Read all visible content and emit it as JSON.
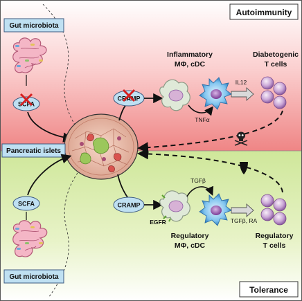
{
  "regions": {
    "top_label": "Autoimmunity",
    "bottom_label": "Tolerance"
  },
  "islet": {
    "label": "Pancreatic islets"
  },
  "top": {
    "gut_label": "Gut microbiota",
    "scfa_label": "SCFA",
    "cramp_label": "CRAMP",
    "cell1_label_line1": "Inflammatory",
    "cell1_label_line2": "MΦ, cDC",
    "tnf_label": "TNFα",
    "il12_label": "IL12",
    "tcell_label_line1": "Diabetogenic",
    "tcell_label_line2": "T cells"
  },
  "bottom": {
    "gut_label": "Gut microbiota",
    "scfa_label": "SCFA",
    "cramp_label": "CRAMP",
    "egfr_label": "EGFR",
    "tgfb_label": "TGFβ",
    "tgfb_ra_label": "TGFβ, RA",
    "cell1_label_line1": "Regulatory",
    "cell1_label_line2": "MΦ, cDC",
    "tcell_label_line1": "Regulatory",
    "tcell_label_line2": "T cells"
  },
  "colors": {
    "autoimmunity_bg": "#f08a8a",
    "tolerance_bg": "#d3e89c",
    "label_box": "#bfe0f2",
    "label_border": "#3d5a80"
  }
}
